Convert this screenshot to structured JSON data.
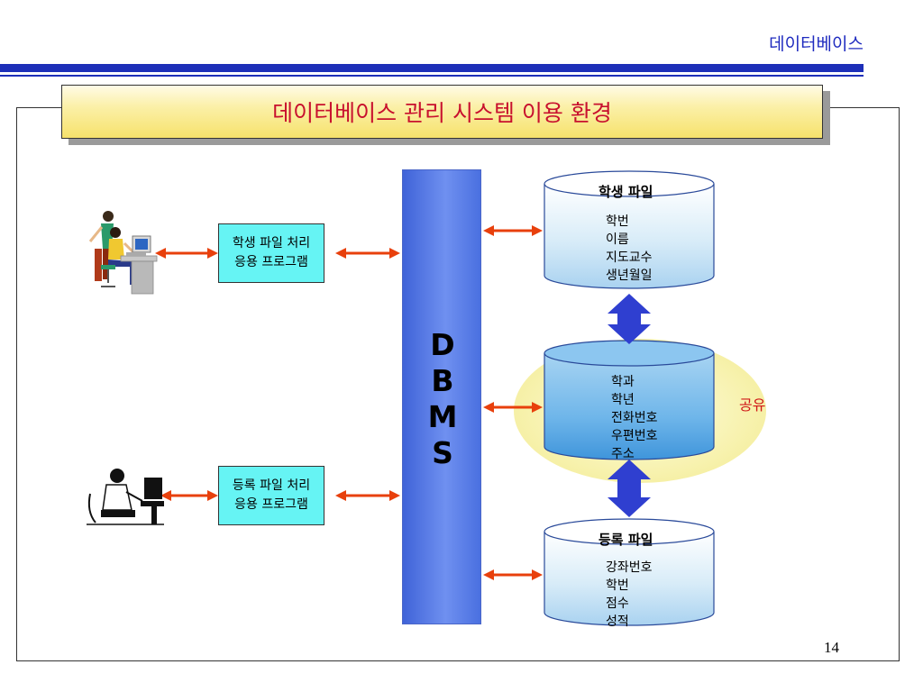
{
  "header": {
    "section": "데이터베이스"
  },
  "title": "데이터베이스 관리 시스템 이용 환경",
  "apps": {
    "student": {
      "line1": "학생 파일 처리",
      "line2": "응용 프로그램"
    },
    "enroll": {
      "line1": "등록 파일 처리",
      "line2": "응용 프로그램"
    }
  },
  "dbms": {
    "letters": [
      "D",
      "B",
      "M",
      "S"
    ]
  },
  "files": {
    "student": {
      "title": "학생 파일",
      "items": [
        "학번",
        "이름",
        "지도교수",
        "생년월일"
      ]
    },
    "shared": {
      "items": [
        "학과",
        "학년",
        "전화번호",
        "우편번호",
        "주소"
      ]
    },
    "enroll": {
      "title": "등록 파일",
      "items": [
        "강좌번호",
        "학번",
        "점수",
        "성적"
      ]
    }
  },
  "share_label": "공유",
  "page_number": "14",
  "colors": {
    "accent_blue": "#1d2fb8",
    "title_text": "#c8102e",
    "app_box": "#66f4f4",
    "dbms_fill": "#5a7ee6",
    "arrow_red": "#e8400c",
    "arrow_blue": "#2f3fd0",
    "share_ellipse": "#fbf6b8"
  },
  "icons": [
    "workstation-users-icon",
    "typist-user-icon"
  ]
}
